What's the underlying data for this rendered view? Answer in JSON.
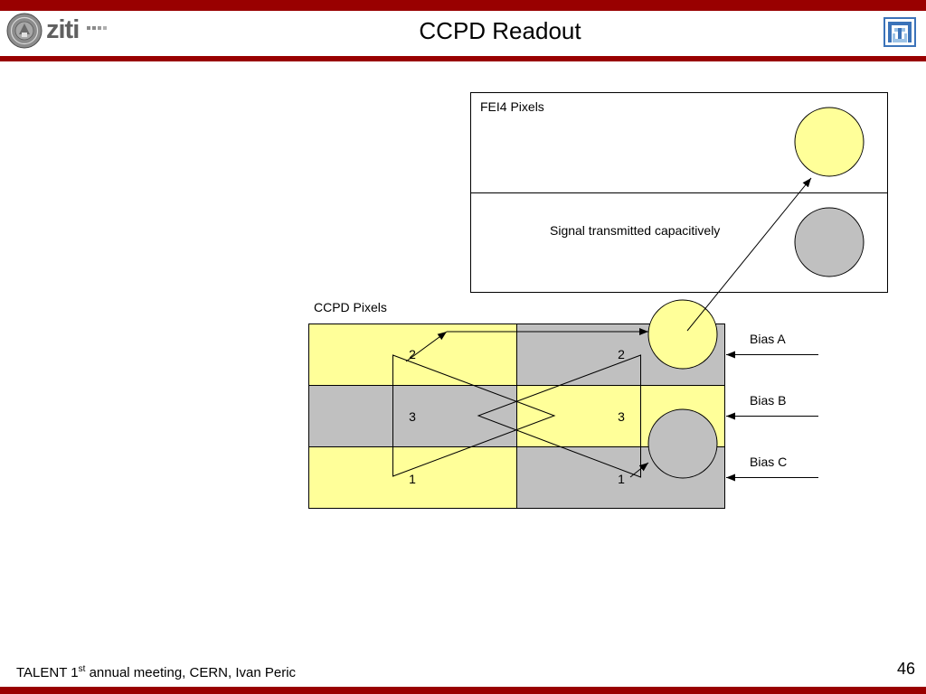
{
  "header": {
    "title": "CCPD Readout",
    "left_logo": {
      "icon": "university-seal-icon",
      "wordmark": "ziti"
    },
    "right_logo": {
      "icon": "institute-emblem-icon"
    }
  },
  "diagram": {
    "fei4_label": "FEI4 Pixels",
    "signal_note": "Signal transmitted capacitively",
    "ccpd_label": "CCPD Pixels",
    "ccpd_numbers": {
      "left": [
        "2",
        "3",
        "1"
      ],
      "right": [
        "2",
        "3",
        "1"
      ]
    },
    "bias_labels": [
      "Bias A",
      "Bias B",
      "Bias C"
    ]
  },
  "footer": {
    "text_before": "TALENT 1",
    "superscript": "st",
    "text_after": " annual meeting, CERN, Ivan Peric",
    "page_number": "46"
  },
  "colors": {
    "brand_red": "#990000",
    "pixel_yellow": "#ffff99",
    "pixel_gray": "#c0c0c0",
    "emblem_blue": "#3b73b9",
    "emblem_light_blue": "#9dc3e6"
  }
}
